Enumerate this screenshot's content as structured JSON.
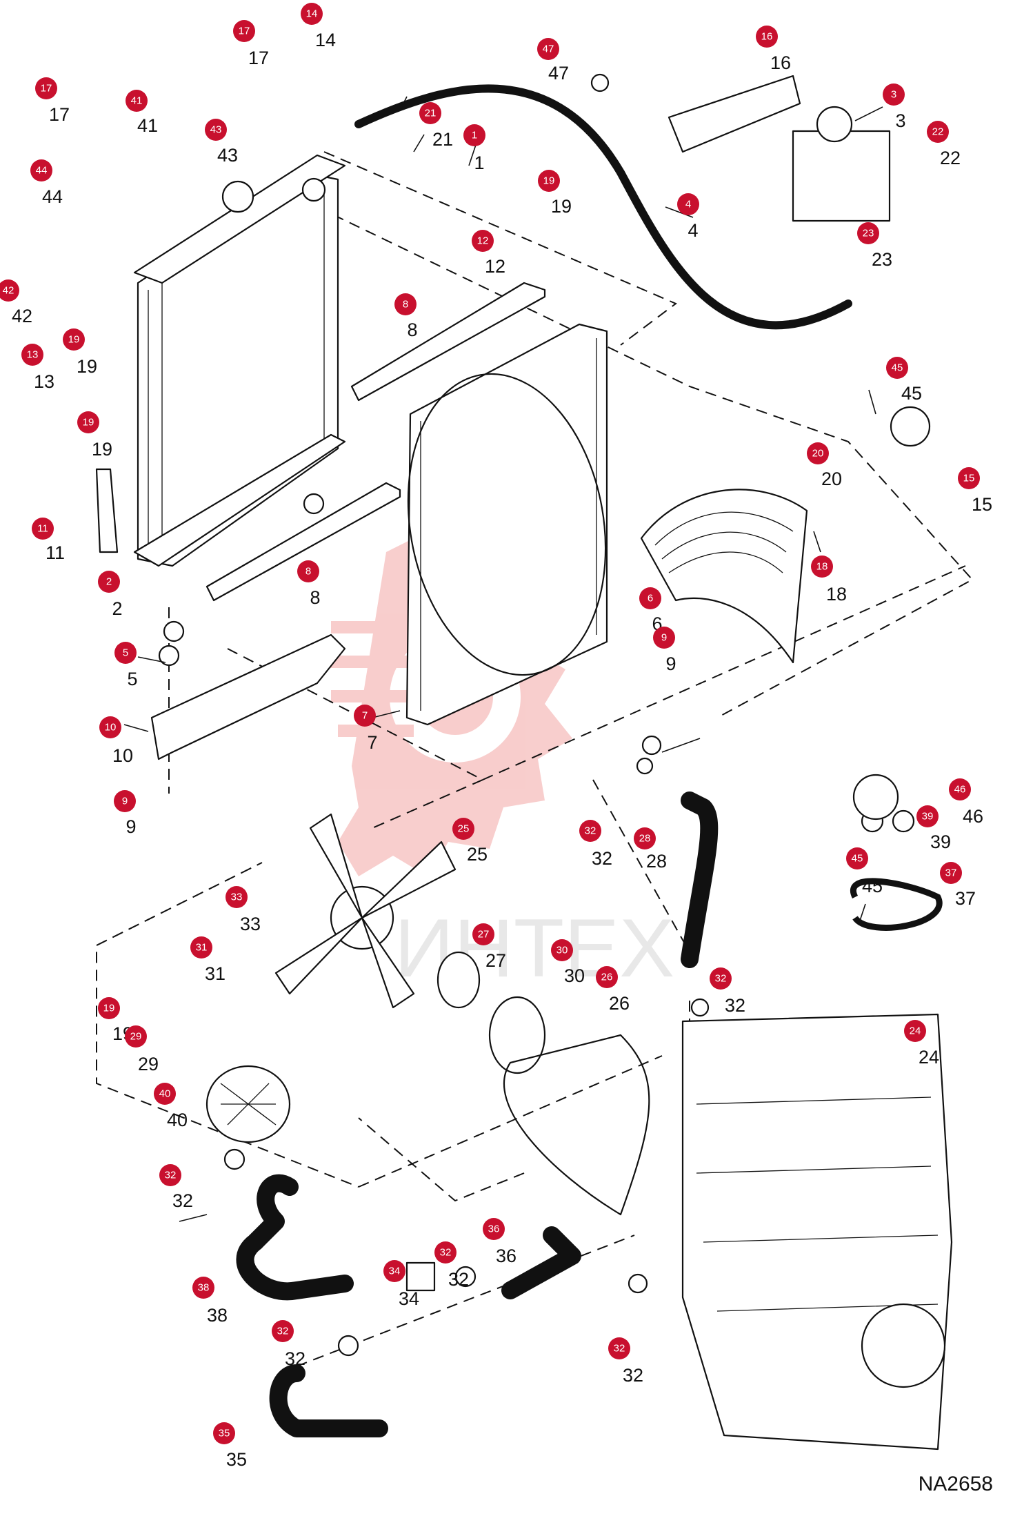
{
  "watermark": "ИНТЕХ",
  "drawing_number": "NA2658",
  "callouts": [
    {
      "id": "c1",
      "label": "1"
    },
    {
      "id": "c2",
      "label": "2"
    },
    {
      "id": "c3",
      "label": "3"
    },
    {
      "id": "c4",
      "label": "4"
    },
    {
      "id": "c5",
      "label": "5"
    },
    {
      "id": "c6",
      "label": "6"
    },
    {
      "id": "c7",
      "label": "7"
    },
    {
      "id": "c8a",
      "label": "8"
    },
    {
      "id": "c8b",
      "label": "8"
    },
    {
      "id": "c9a",
      "label": "9"
    },
    {
      "id": "c9b",
      "label": "9"
    },
    {
      "id": "c10",
      "label": "10"
    },
    {
      "id": "c11",
      "label": "11"
    },
    {
      "id": "c12",
      "label": "12"
    },
    {
      "id": "c13",
      "label": "13"
    },
    {
      "id": "c14",
      "label": "14"
    },
    {
      "id": "c15",
      "label": "15"
    },
    {
      "id": "c16",
      "label": "16"
    },
    {
      "id": "c17a",
      "label": "17"
    },
    {
      "id": "c17b",
      "label": "17"
    },
    {
      "id": "c18",
      "label": "18"
    },
    {
      "id": "c19a",
      "label": "19"
    },
    {
      "id": "c19b",
      "label": "19"
    },
    {
      "id": "c19c",
      "label": "19"
    },
    {
      "id": "c19d",
      "label": "19"
    },
    {
      "id": "c20",
      "label": "20"
    },
    {
      "id": "c21",
      "label": "21"
    },
    {
      "id": "c22",
      "label": "22"
    },
    {
      "id": "c23",
      "label": "23"
    },
    {
      "id": "c24",
      "label": "24"
    },
    {
      "id": "c25",
      "label": "25"
    },
    {
      "id": "c26",
      "label": "26"
    },
    {
      "id": "c27",
      "label": "27"
    },
    {
      "id": "c28",
      "label": "28"
    },
    {
      "id": "c29",
      "label": "29"
    },
    {
      "id": "c30",
      "label": "30"
    },
    {
      "id": "c31",
      "label": "31"
    },
    {
      "id": "c32a",
      "label": "32"
    },
    {
      "id": "c32b",
      "label": "32"
    },
    {
      "id": "c32c",
      "label": "32"
    },
    {
      "id": "c32d",
      "label": "32"
    },
    {
      "id": "c32e",
      "label": "32"
    },
    {
      "id": "c32f",
      "label": "32"
    },
    {
      "id": "c33",
      "label": "33"
    },
    {
      "id": "c34",
      "label": "34"
    },
    {
      "id": "c35",
      "label": "35"
    },
    {
      "id": "c36",
      "label": "36"
    },
    {
      "id": "c37",
      "label": "37"
    },
    {
      "id": "c38",
      "label": "38"
    },
    {
      "id": "c39",
      "label": "39"
    },
    {
      "id": "c40",
      "label": "40"
    },
    {
      "id": "c41",
      "label": "41"
    },
    {
      "id": "c42",
      "label": "42"
    },
    {
      "id": "c43",
      "label": "43"
    },
    {
      "id": "c44",
      "label": "44"
    },
    {
      "id": "c45a",
      "label": "45"
    },
    {
      "id": "c45b",
      "label": "45"
    },
    {
      "id": "c46",
      "label": "46"
    },
    {
      "id": "c47",
      "label": "47"
    }
  ]
}
